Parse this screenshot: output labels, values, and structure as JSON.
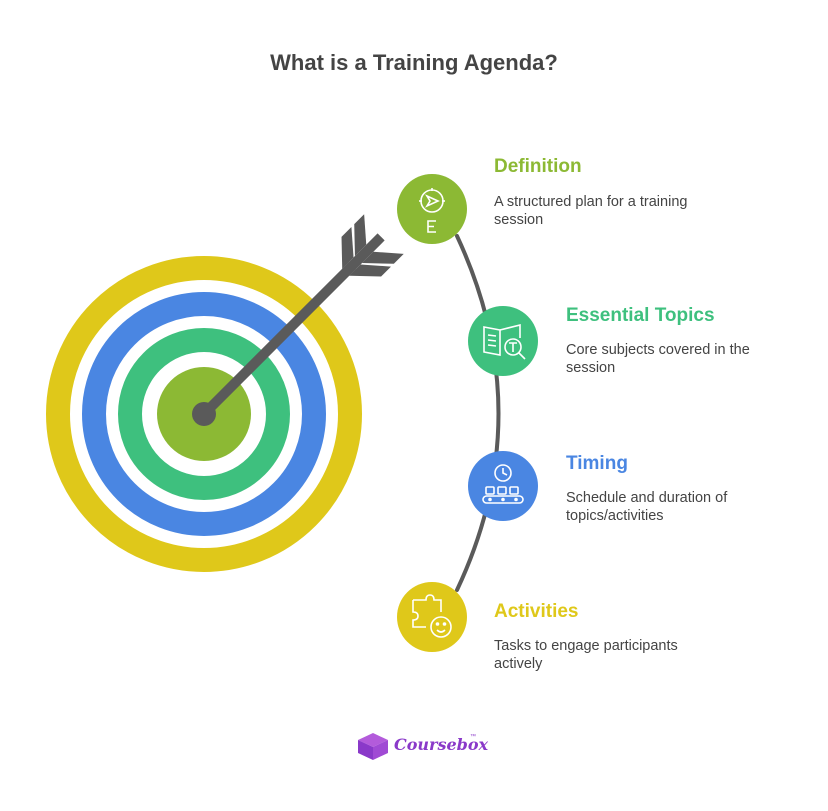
{
  "title": "What is a Training Agenda?",
  "colors": {
    "yellow": "#DFC81A",
    "blue": "#4A86E2",
    "green": "#3EC07E",
    "olive": "#8CB934",
    "arrow": "#5A5A5A",
    "text": "#444444",
    "brand": "#8A39C9"
  },
  "items": [
    {
      "heading": "Definition",
      "description": "A structured plan for a training session",
      "color": "#8CB934",
      "icon": "compass-icon"
    },
    {
      "heading": "Essential Topics",
      "description": "Core subjects covered in the session",
      "color": "#3EC07E",
      "icon": "book-search-icon"
    },
    {
      "heading": "Timing",
      "description": "Schedule and duration of topics/activities",
      "color": "#4A86E2",
      "icon": "clock-conveyor-icon"
    },
    {
      "heading": "Activities",
      "description": "Tasks to engage participants actively",
      "color": "#DFC81A",
      "icon": "puzzle-face-icon"
    }
  ],
  "logo": {
    "name": "Coursebox",
    "tm": "™"
  }
}
